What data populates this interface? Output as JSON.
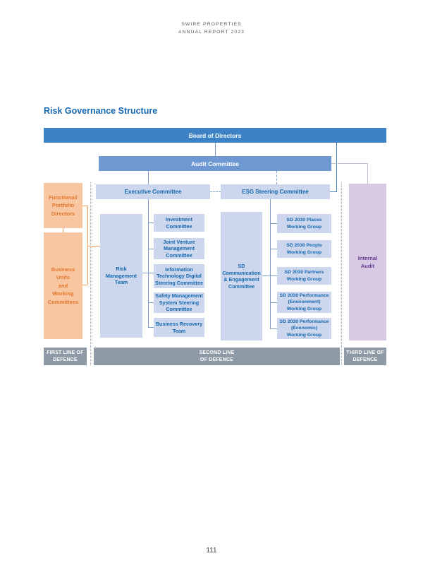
{
  "page": {
    "header": [
      "SWIRE PROPERTIES",
      "ANNUAL REPORT 2023"
    ],
    "title": "Risk Governance Structure",
    "page_number": "111"
  },
  "colors": {
    "title_blue": "#1368b1",
    "board_bar_fill": "#3d82c4",
    "audit_bar_fill": "#6d98d2",
    "light_box_fill": "#ccd6ec",
    "box_text_blue": "#1368b1",
    "orange_box_fill": "#f8c7a1",
    "orange_text": "#e4762c",
    "purple_box_fill": "#d7c8e4",
    "purple_text": "#653c94",
    "defence_bar_fill": "#8e9aa6",
    "connector_blue": "#7d9cc8",
    "connector_dark_blue": "#4880bd",
    "connector_grey": "#bcc4d8",
    "connector_orange": "#ef9d5f"
  },
  "diagram": {
    "board": "Board of Directors",
    "audit": "Audit Committee",
    "executive": "Executive Committee",
    "esg": "ESG Steering Committee",
    "functional_directors": "Functional/\nPortfolio\nDirectors",
    "business_units": "Business\nUnits\nand\nWorking\nCommittees",
    "risk_management_team": "Risk\nManagement\nTeam",
    "committees": [
      "Investment\nCommittee",
      "Joint Venture\nManagement\nCommittee",
      "Information\nTechnology Digital\nSteering Committee",
      "Safety Management\nSystem Steering\nCommittee",
      "Business Recovery\nTeam"
    ],
    "sd_communication": "SD\nCommunication\n& Engagement\nCommittee",
    "working_groups": [
      "SD 2030 Places\nWorking Group",
      "SD 2030 People\nWorking Group",
      "SD 2030 Partners\nWorking Group",
      "SD 2030 Performance\n(Environment)\nWorking Group",
      "SD 2030 Performance\n(Economic)\nWorking Group"
    ],
    "internal_audit": "Internal\nAudit",
    "defence_lines": [
      "FIRST LINE OF\nDEFENCE",
      "SECOND LINE\nOF DEFENCE",
      "THIRD LINE OF\nDEFENCE"
    ]
  }
}
